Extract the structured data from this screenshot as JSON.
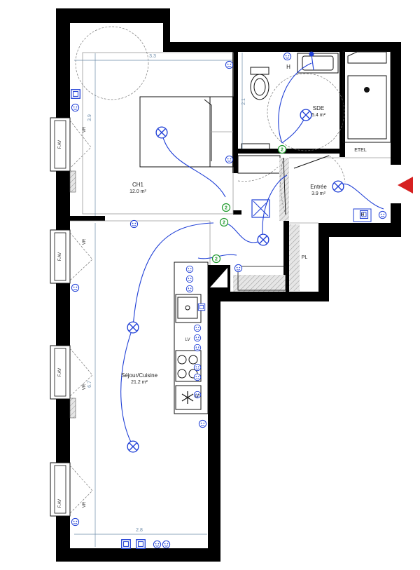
{
  "rooms": {
    "bedroom": {
      "name": "CH1",
      "area": "12.0 m²"
    },
    "bathroom": {
      "name": "SDE",
      "area": "5.4 m²"
    },
    "entry": {
      "name": "Entrée",
      "area": "3.9 m²"
    },
    "living": {
      "name": "Séjour/Cuisine",
      "area": "21.2 m²"
    }
  },
  "dimensions": {
    "bedroom_width": "3.3",
    "bedroom_depth": "3.9",
    "bath_depth": "2.1",
    "living_depth": "6.7",
    "living_width": "2.8"
  },
  "labels": {
    "etel": "ETEL",
    "pl": "PL",
    "vr": "VR",
    "fav": "F.AV",
    "h": "H",
    "lv": "LV",
    "lf": "LF"
  },
  "colors": {
    "wall": "#000000",
    "electrical": "#1f3fd6",
    "switch": "#1f9a2c",
    "entry_marker": "#d62020"
  },
  "icons": [
    "ceiling-light-icon",
    "socket-icon",
    "switch-icon",
    "appliance-outlet-icon",
    "rj45-icon",
    "entry-arrow-icon",
    "snowflake-icon"
  ]
}
